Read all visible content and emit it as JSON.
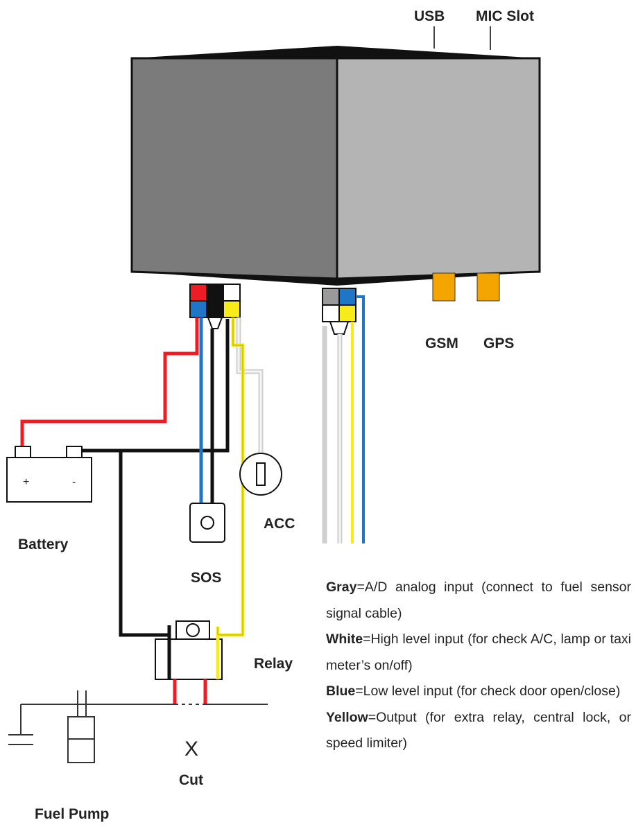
{
  "labels": {
    "usb": "USB",
    "mic_slot": "MIC Slot",
    "gsm": "GSM",
    "gps": "GPS",
    "battery": "Battery",
    "plus": "+",
    "minus": "-",
    "sos": "SOS",
    "acc": "ACC",
    "relay": "Relay",
    "cut": "Cut",
    "cut_mark": "X",
    "fuel_pump": "Fuel Pump"
  },
  "legend": [
    {
      "color_name": "Gray",
      "text": "=A/D analog input (connect to fuel sensor signal cable)"
    },
    {
      "color_name": "White",
      "text": "=High level input (for check A/C, lamp or taxi meter’s on/off)"
    },
    {
      "color_name": "Blue",
      "text": "=Low level input (for check door open/close)"
    },
    {
      "color_name": "Yellow",
      "text": "=Output (for extra relay, central lock, or speed limiter)"
    }
  ],
  "colors": {
    "device_dark": "#7b7b7b",
    "device_light": "#b4b4b4",
    "red_wire": "#ee1c25",
    "blue_wire": "#1f75c6",
    "black_wire": "#111111",
    "yellow_wire": "#f7ec1a",
    "white_wire": "#dddddd",
    "gray_pin": "#9a9a9a",
    "antenna": "#f5a500"
  }
}
